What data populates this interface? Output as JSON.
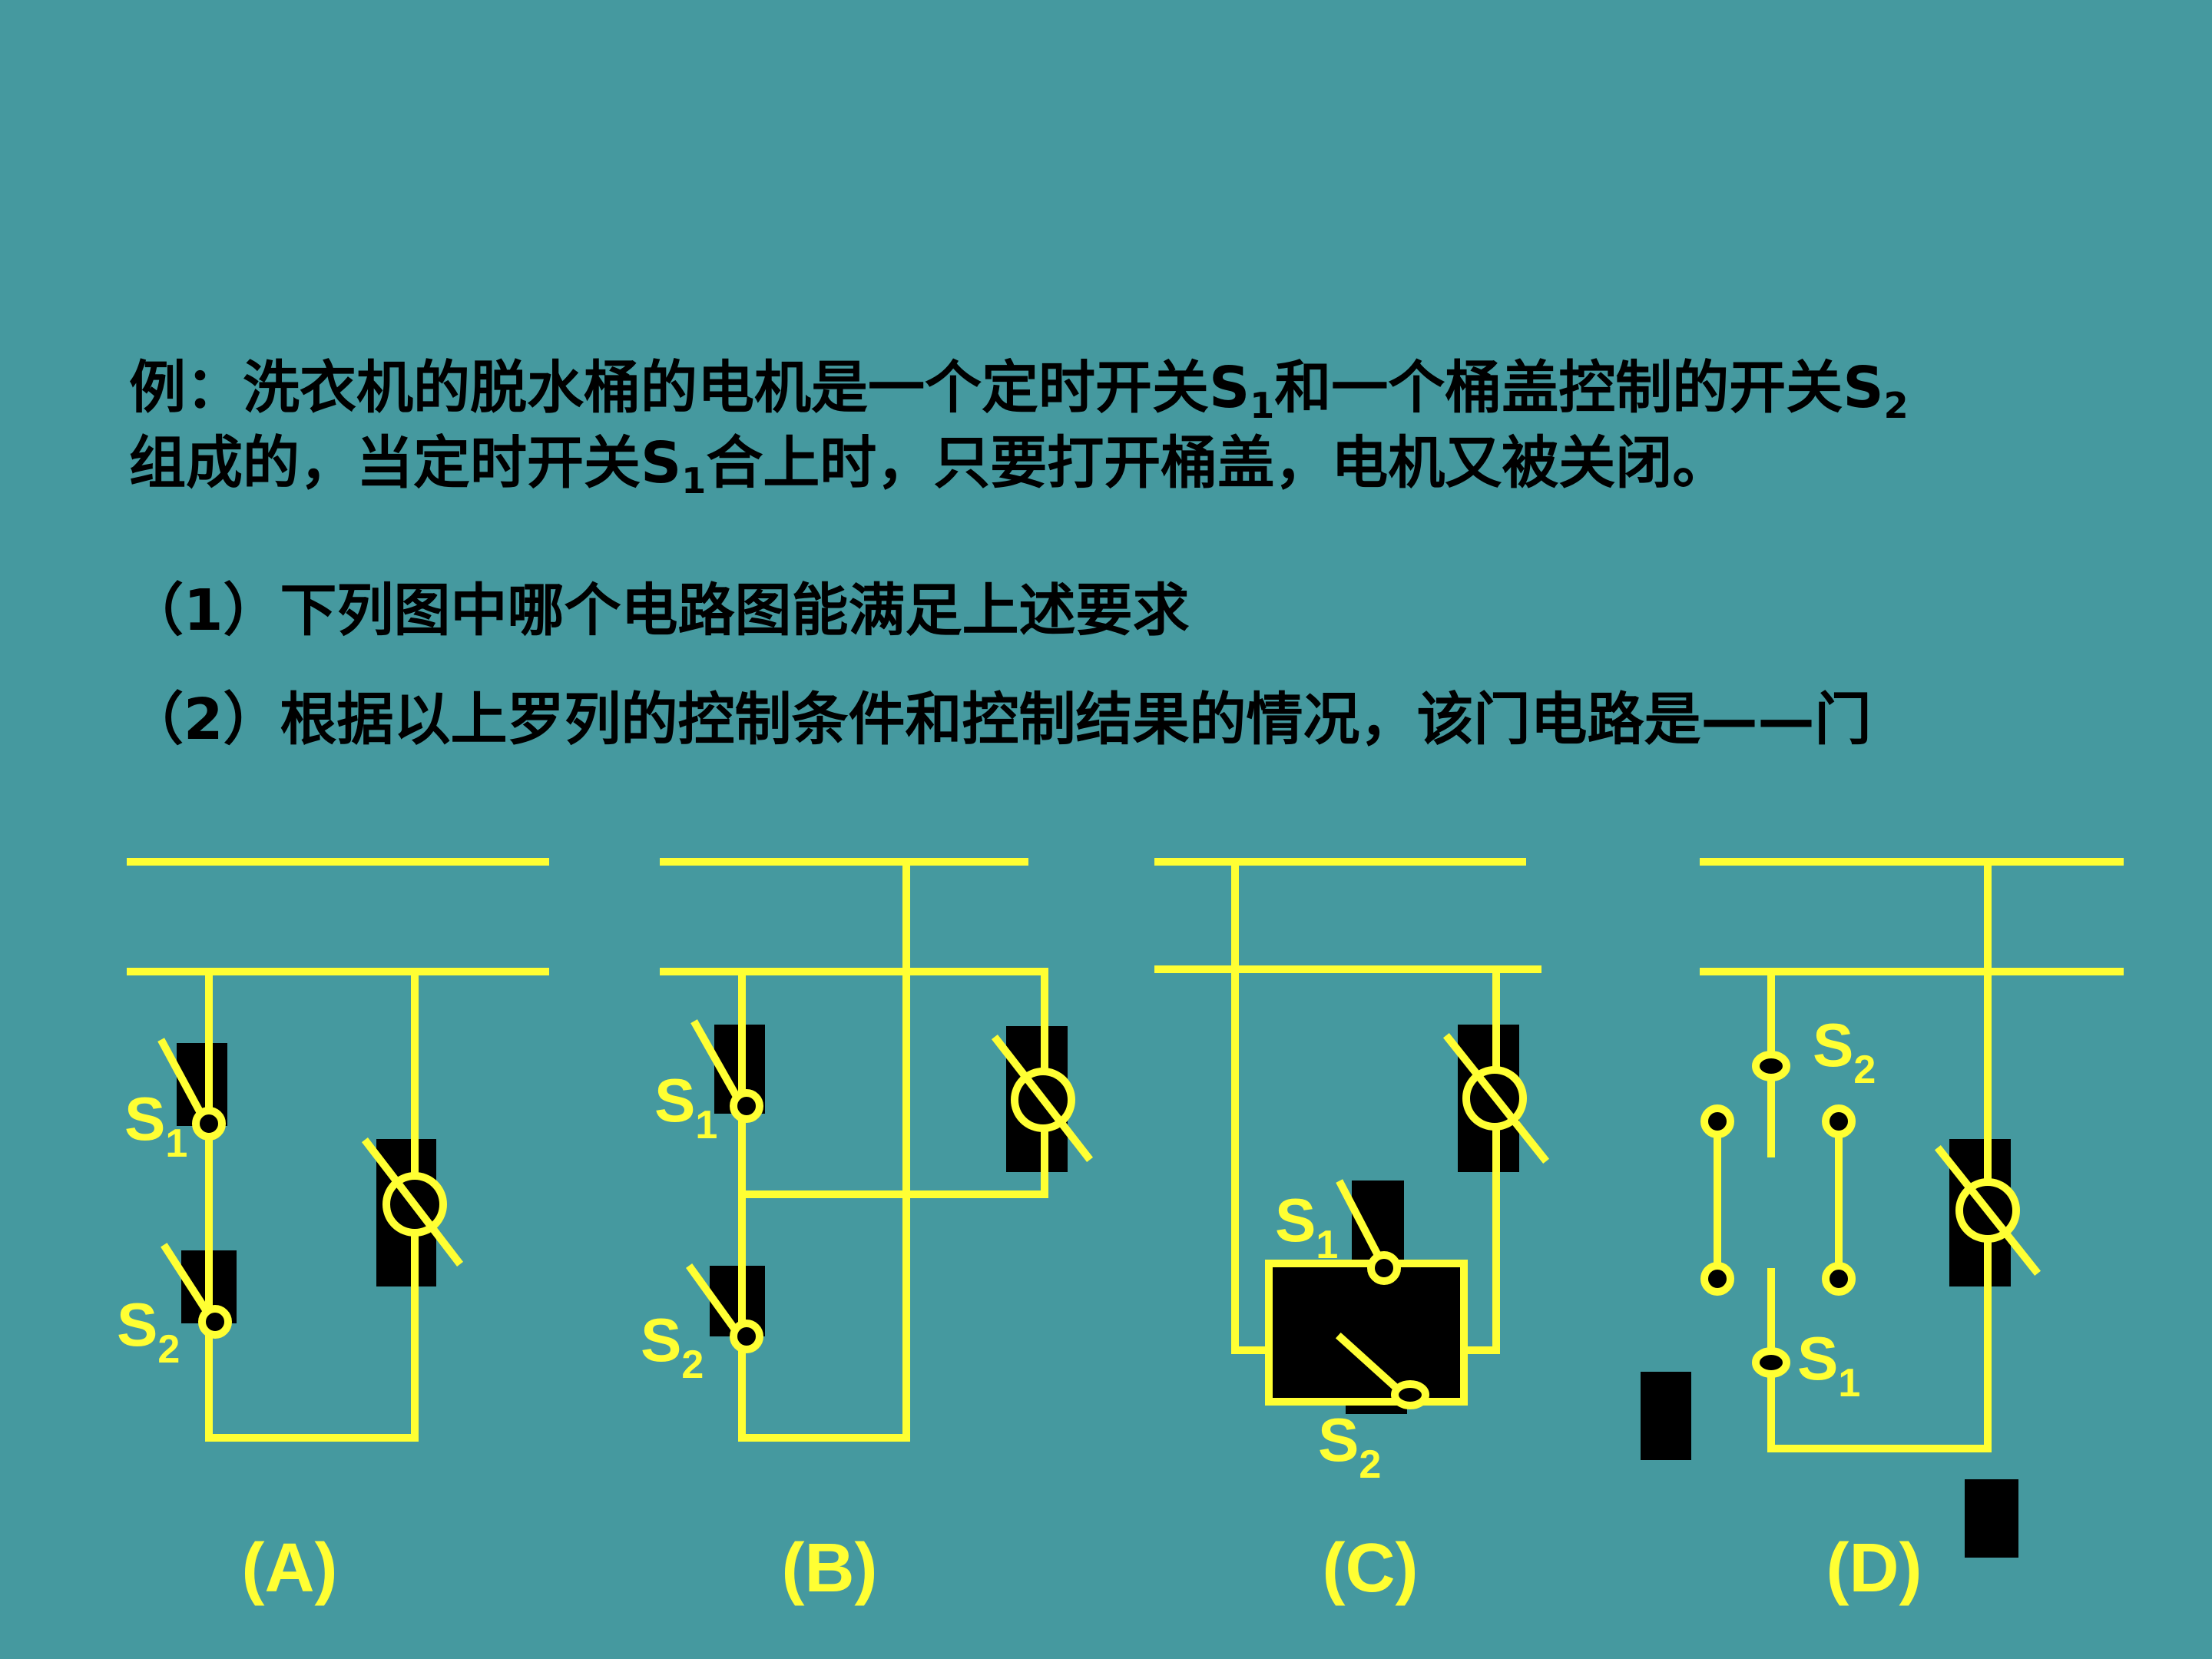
{
  "problem": {
    "line1_a": "例：洗衣机的脱水桶的电机是一个定时开关",
    "line1_s1": "S",
    "line1_s1_sub": "1",
    "line1_b": "和一个桶盖控制的开关",
    "line1_s2": "S",
    "line1_s2_sub": "2",
    "line2_a": "组成的，当定时开关",
    "line2_s1": "S",
    "line2_s1_sub": "1",
    "line2_b": "合上时，只要打开桶盖，电机又被关闭。",
    "question1": "（1）下列图中哪个电路图能满足上述要求",
    "question2": "（2）根据以上罗列的控制条件和控制结果的情况，该门电路是——门"
  },
  "switch_labels": {
    "s_letter": "S",
    "sub_1": "1",
    "sub_2": "2"
  },
  "options": [
    {
      "caption": "(A)"
    },
    {
      "caption": "(B)"
    },
    {
      "caption": "(C)"
    },
    {
      "caption": "(D)"
    }
  ],
  "colors": {
    "background": "#45999F",
    "wire": "#FFFF33",
    "component": "#000000",
    "text": "#000000"
  }
}
